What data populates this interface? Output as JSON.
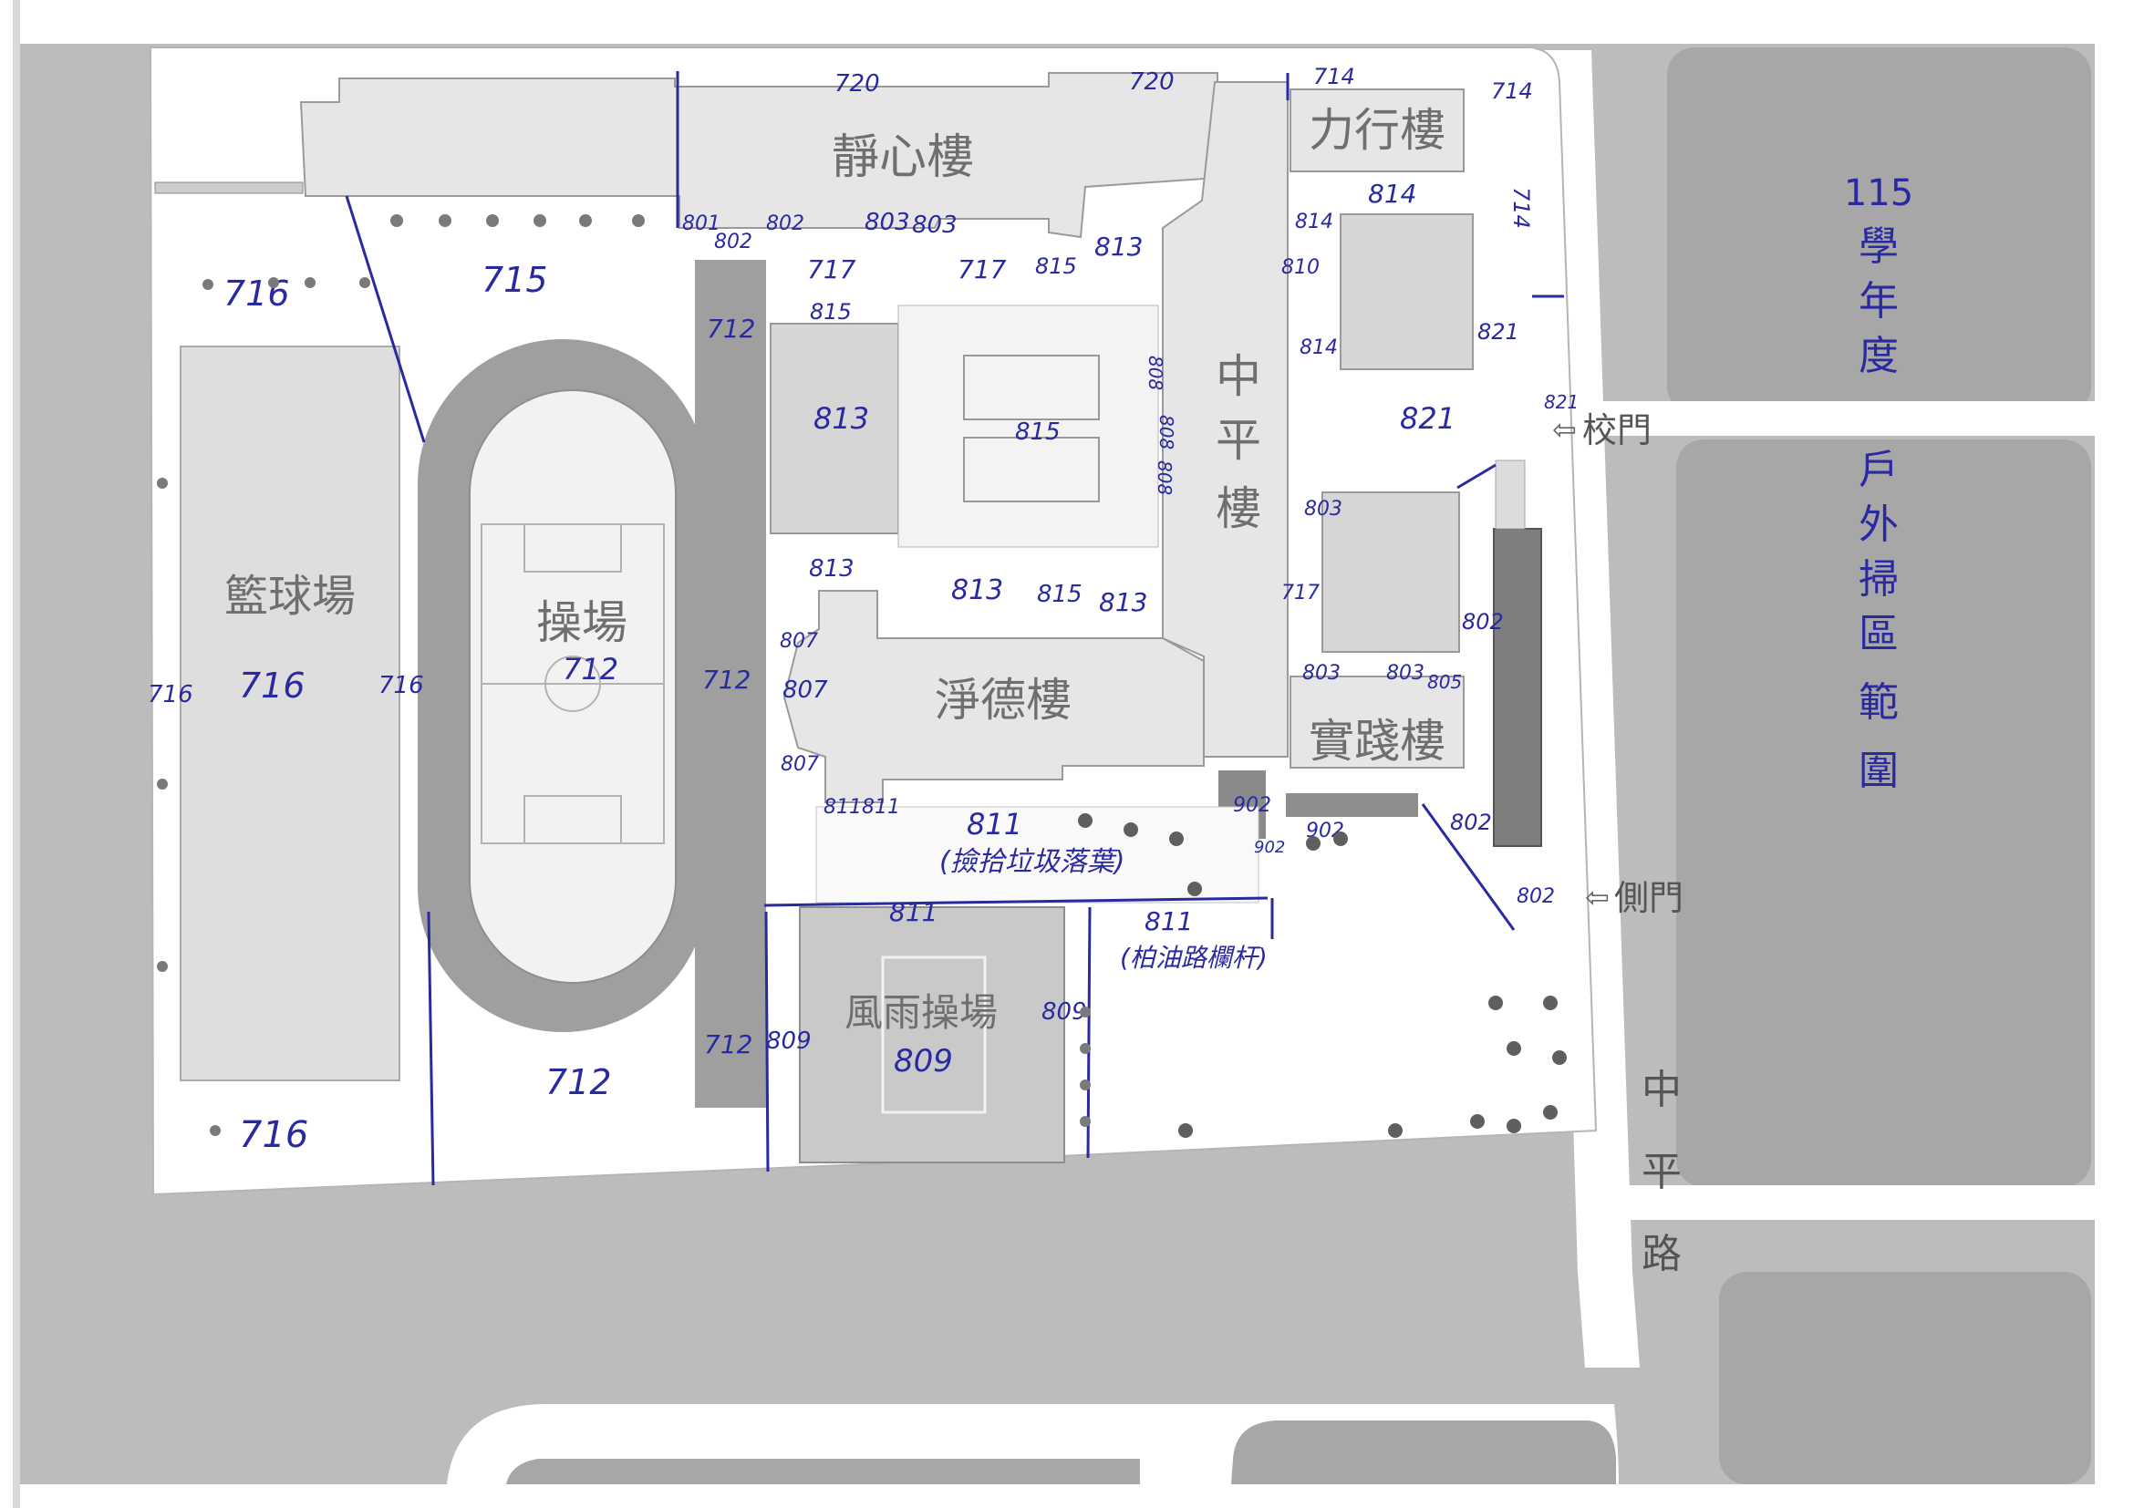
{
  "title": {
    "year": "115",
    "lines": [
      "學",
      "年",
      "度",
      "戶",
      "外",
      "掃",
      "區",
      "範",
      "圍"
    ]
  },
  "buildings": {
    "jingxin": "靜心樓",
    "lixing": "力行樓",
    "zhongping": [
      "中",
      "平",
      "樓"
    ],
    "jingde": "淨德樓",
    "shijian": "實踐樓",
    "basketball": "籃球場",
    "playground": "操場",
    "rain_court": "風雨操場"
  },
  "gates": {
    "main": "校門",
    "side": "側門"
  },
  "street": [
    "中",
    "平",
    "路"
  ],
  "annotations": {
    "a720a": "720",
    "a720b": "720",
    "a714a": "714",
    "a714b": "714",
    "a714c": "714",
    "a716a": "716",
    "a716b": "716",
    "a716c": "716",
    "a716d": "716",
    "a716e": "716",
    "a715": "715",
    "a712a": "712",
    "a712b": "712",
    "a712c": "712",
    "a712d": "712",
    "a712e": "712",
    "a801": "801",
    "a802a": "802",
    "a802b": "802",
    "a802c": "802",
    "a802d": "802",
    "a802e": "802",
    "a803a": "803",
    "a803b": "803",
    "a803c": "803",
    "a803d": "803",
    "a803e": "803",
    "a717a": "717",
    "a717b": "717",
    "a717c": "717",
    "a815a": "815",
    "a815b": "815",
    "a815c": "815",
    "a815d": "815",
    "a813a": "813",
    "a813b": "813",
    "a813c": "813",
    "a813d": "813",
    "a813e": "813",
    "a814a": "814",
    "a814b": "814",
    "a814c": "814",
    "a810": "810",
    "a821a": "821",
    "a821b": "821",
    "a821c": "821",
    "a808a": "808",
    "a808b": "808",
    "a808c": "808",
    "a805": "805",
    "a807a": "807",
    "a807b": "807",
    "a807c": "807",
    "a811a": "811",
    "a811b": "811",
    "a811c": "811",
    "a811d": "811",
    "a811e": "811",
    "a902a": "902",
    "a902b": "902",
    "a902c": "902",
    "a809a": "809",
    "a809b": "809",
    "a809c": "809",
    "note_leaves": "(撿拾垃圾落葉)",
    "note_railing": "(柏油路欄杆)"
  },
  "colors": {
    "road": "#bcbcbc",
    "block": "#a7a7a7",
    "track": "#9f9f9f",
    "building": "#e6e6e6",
    "ink": "#2a2aa0"
  }
}
